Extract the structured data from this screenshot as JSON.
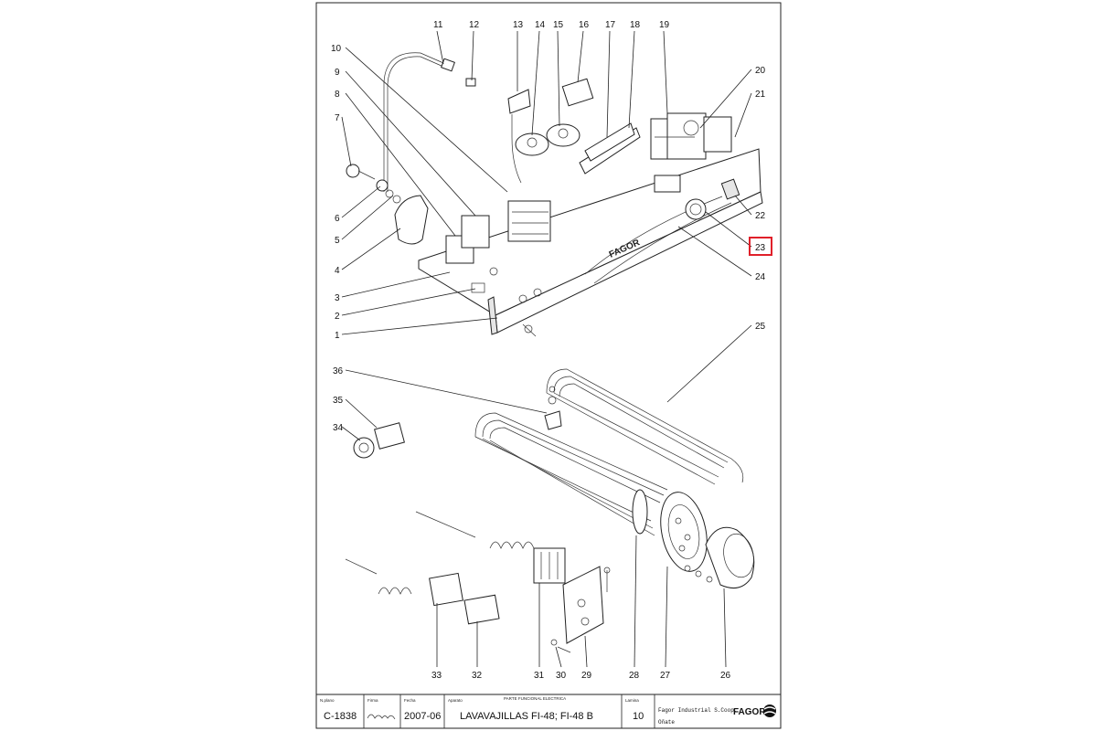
{
  "callouts": [
    {
      "id": "11",
      "label": "11"
    },
    {
      "id": "12",
      "label": "12"
    },
    {
      "id": "13",
      "label": "13"
    },
    {
      "id": "14",
      "label": "14"
    },
    {
      "id": "15",
      "label": "15"
    },
    {
      "id": "16",
      "label": "16"
    },
    {
      "id": "17",
      "label": "17"
    },
    {
      "id": "18",
      "label": "18"
    },
    {
      "id": "19",
      "label": "19"
    },
    {
      "id": "10",
      "label": "10"
    },
    {
      "id": "9",
      "label": "9"
    },
    {
      "id": "8",
      "label": "8"
    },
    {
      "id": "7",
      "label": "7"
    },
    {
      "id": "6",
      "label": "6"
    },
    {
      "id": "5",
      "label": "5"
    },
    {
      "id": "4",
      "label": "4"
    },
    {
      "id": "3",
      "label": "3"
    },
    {
      "id": "2",
      "label": "2"
    },
    {
      "id": "1",
      "label": "1"
    },
    {
      "id": "20",
      "label": "20"
    },
    {
      "id": "21",
      "label": "21"
    },
    {
      "id": "22",
      "label": "22"
    },
    {
      "id": "23",
      "label": "23"
    },
    {
      "id": "24",
      "label": "24"
    },
    {
      "id": "25",
      "label": "25"
    },
    {
      "id": "36",
      "label": "36"
    },
    {
      "id": "35",
      "label": "35"
    },
    {
      "id": "34",
      "label": "34"
    },
    {
      "id": "33",
      "label": "33"
    },
    {
      "id": "32",
      "label": "32"
    },
    {
      "id": "31",
      "label": "31"
    },
    {
      "id": "30",
      "label": "30"
    },
    {
      "id": "29",
      "label": "29"
    },
    {
      "id": "28",
      "label": "28"
    },
    {
      "id": "27",
      "label": "27"
    },
    {
      "id": "26",
      "label": "26"
    }
  ],
  "highlighted_callout": "23",
  "highlight_color": "#e0202a",
  "panel_brand": "FAGOR",
  "title_block": {
    "plano_label": "N.plano",
    "plano_value": "C-1838",
    "firma_label": "Firma",
    "fecha_label": "Fecha",
    "fecha_value": "2007-06",
    "aparato_label": "Aparato",
    "section_label": "PARTE FUNCIONAL ELECTRICA",
    "aparato_value": "LAVAVAJILLAS FI-48; FI-48 B",
    "lamina_label": "Lamina",
    "lamina_value": "10",
    "company": "Fagor Industrial S.Coop.",
    "city": "Oñate",
    "logo_text": "FAGOR"
  }
}
